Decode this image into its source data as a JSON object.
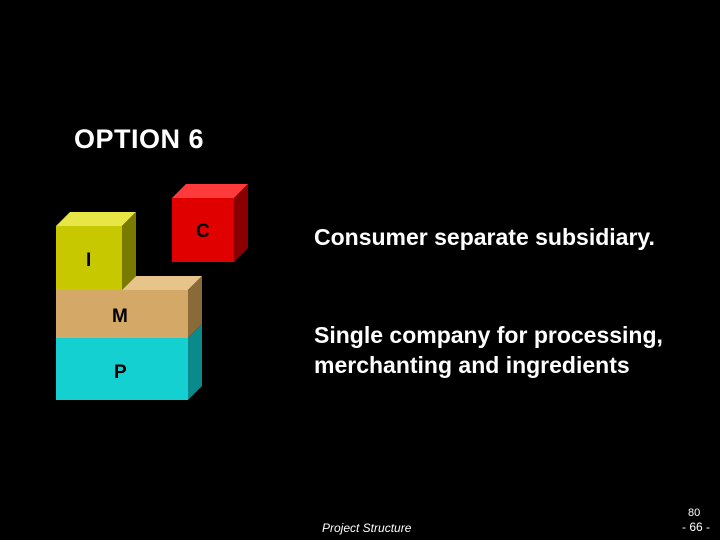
{
  "slide": {
    "title": "OPTION 6",
    "statement_1": "Consumer separate subsidiary.",
    "statement_2_line1": "Single company for processing,",
    "statement_2_line2": "merchanting and ingredients"
  },
  "diagram": {
    "blocks": [
      {
        "label": "C",
        "color": "#e00000"
      },
      {
        "label": "I",
        "color": "#c8c800"
      },
      {
        "label": "M",
        "color": "#d4a866"
      },
      {
        "label": "P",
        "color": "#14d0d0"
      }
    ]
  },
  "footer": {
    "section": "Project Structure",
    "page_top": "80",
    "page_bottom": "- 66 -"
  }
}
